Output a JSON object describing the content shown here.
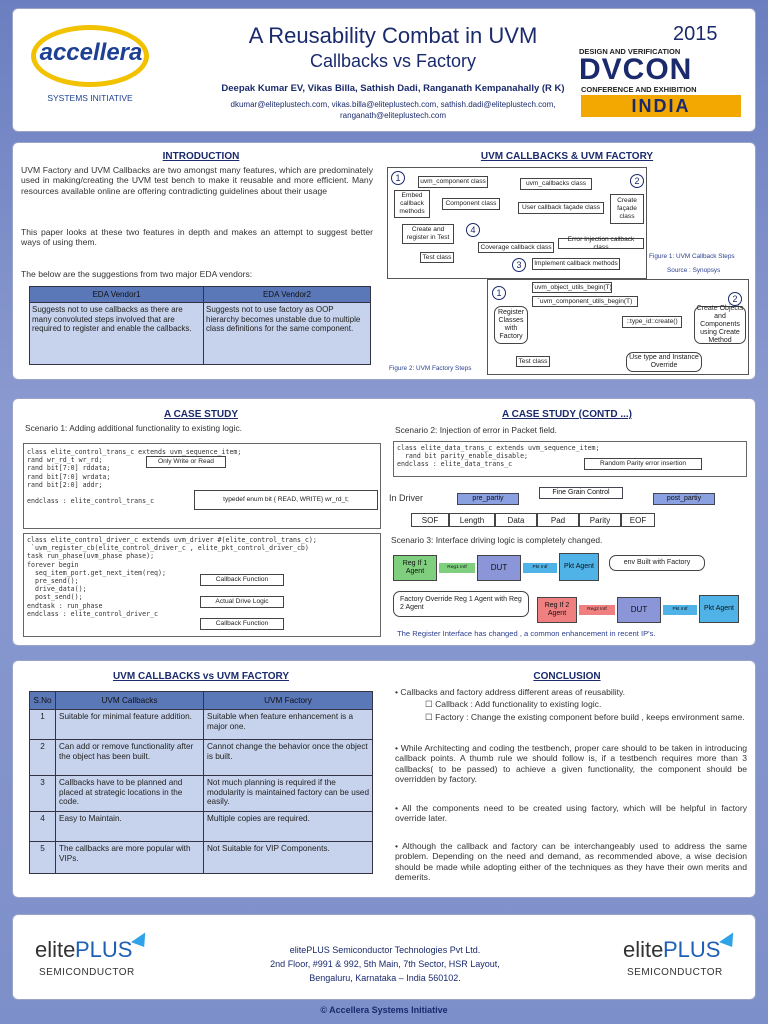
{
  "header": {
    "title": "A Reusability Combat in UVM",
    "subtitle": "Callbacks vs Factory",
    "authors": "Deepak Kumar EV, Vikas Billa, Sathish Dadi, Ranganath Kempanahally (R K)",
    "emails_line1": "dkumar@eliteplustech.com, vikas.billa@eliteplustech.com, sathish.dadi@eliteplustech.com,",
    "emails_line2": "ranganath@eliteplustech.com",
    "left_logo_text": "accellera",
    "left_logo_sub": "SYSTEMS INITIATIVE",
    "right_logo_year": "2015",
    "right_logo_tag1": "DESIGN AND VERIFICATION",
    "right_logo_main": "DVCON",
    "right_logo_tag2": "CONFERENCE AND EXHIBITION",
    "right_logo_country": "INDIA"
  },
  "intro": {
    "title": "INTRODUCTION",
    "p1": "UVM Factory and UVM Callbacks are two amongst many features, which are predominately used in making/creating the UVM test bench to make it reusable and more efficient. Many resources available online are offering contradicting guidelines about their usage",
    "p2": "This paper looks at these two features in depth and makes an attempt to suggest better ways of using them.",
    "p3": "The below are the suggestions from two major EDA vendors:",
    "vendor_headers": [
      "EDA Vendor1",
      "EDA Vendor2"
    ],
    "vendor_cells": [
      "Suggests not to use callbacks as there are many convoluted steps involved that are required to register and enable the callbacks.",
      "Suggests not to use factory as OOP hierarchy becomes unstable due to multiple class definitions for the same component."
    ]
  },
  "callbacks_factory": {
    "title": "UVM CALLBACKS & UVM FACTORY",
    "fig1": {
      "boxes": [
        "uvm_component class",
        "uvm_callbacks class",
        "Embed callback methods",
        "Component class",
        "User callback façade class",
        "Create façade class",
        "Create and register in Test",
        "Coverage callback class",
        "Error Injection callback class",
        "Test class",
        "Implement callback methods"
      ],
      "numbers": [
        "1",
        "2",
        "3",
        "4"
      ],
      "caption": "Figure 1: UVM Callback Steps",
      "source": "Source : Synopsys"
    },
    "fig2": {
      "boxes": [
        "`uvm_object_utils_begin(T)",
        "`uvm_component_utils_begin(T)",
        "Register Classes with Factory",
        "::type_id::create()",
        "Create Objects and Components using Create Method",
        "Test class",
        "Use type and Instance Override"
      ],
      "numbers": [
        "1",
        "2"
      ],
      "caption": "Figure 2: UVM Factory Steps"
    }
  },
  "case_study": {
    "title": "A CASE STUDY",
    "scenario1": "Scenario 1:  Adding additional functionality to existing logic.",
    "code1": "class elite_control_trans_c extends uvm_sequence_item;\nrand wr_rd_t wr_rd;\nrand bit[7:0] rddata;\nrand bit[7:0] wrdata;\nrand bit[2:0] addr;\n\nendclass : elite_control_trans_c",
    "note_rw": "Only Write or Read",
    "note_typedef": "typedef enum bit { READ, WRITE} wr_rd_t;",
    "code2": "class elite_control_driver_c extends uvm_driver #(elite_control_trans_c);\n `uvm_register_cb(elite_control_driver_c , elite_pkt_control_driver_cb)\ntask run_phase(uvm_phase phase);\nforever begin\n  seq_item_port.get_next_item(req);\n  pre_send();\n  drive_data();\n  post_send();\nendtask : run_phase\nendclass : elite_control_driver_c",
    "note_cb1": "Callback Function",
    "note_drive": "Actual Drive Logic",
    "note_cb2": "Callback Function"
  },
  "case_study2": {
    "title": "A CASE STUDY (CONTD ...)",
    "scenario2": "Scenario 2: Injection of error in Packet field.",
    "code": "class elite_data_trans_c extends uvm_sequence_item;\n  rand bit parity_enable_disable;\nendclass : elite_data_trans_c",
    "note_parity": "Random Parity error insertion",
    "in_driver": "In Driver",
    "pre_parity": "pre_partiy",
    "fine_grain": "Fine Grain Control",
    "post_parity": "post_partiy",
    "fields": [
      "SOF",
      "Length",
      "Data",
      "Pad",
      "Parity",
      "EOF"
    ],
    "scenario3": "Scenario 3: Interface driving logic is completely changed.",
    "reg1": "Reg If 1 Agent",
    "reg2": "Reg If 2 Agent",
    "dut": "DUT",
    "pkt": "Pkt Agent",
    "reg1_intf": "Reg1 Intf",
    "reg2_intf": "Reg2 Intf",
    "pkt_intf": "Pkt Intf",
    "env_note": "env Built with Factory",
    "override_note": "Factory Override Reg 1 Agent with Reg 2 Agent",
    "footer_note": "The Register Interface has changed , a common enhancement in recent IP's."
  },
  "comparison": {
    "title": "UVM CALLBACKS vs UVM FACTORY",
    "headers": [
      "S.No",
      "UVM Callbacks",
      "UVM Factory"
    ],
    "rows": [
      [
        "1",
        "Suitable for minimal feature addition.",
        "Suitable when feature enhancement is a major one."
      ],
      [
        "2",
        "Can add or remove functionality after the object has been built.",
        "Cannot change the behavior once the object is built."
      ],
      [
        "3",
        "Callbacks have to be planned and placed at strategic locations in the code.",
        "Not much planning is required if the modularity is maintained factory can be used easily."
      ],
      [
        "4",
        "Easy to Maintain.",
        "Multiple copies are required."
      ],
      [
        "5",
        "The callbacks are more popular with VIPs.",
        "Not Suitable for VIP Components."
      ]
    ]
  },
  "conclusion": {
    "title": "CONCLUSION",
    "b1": "Callbacks and factory address different areas of reusability.",
    "b1a": "Callback :  Add functionality to existing logic.",
    "b1b": "Factory  :  Change the existing component before build , keeps environment same.",
    "b2": "While Architecting and coding the testbench, proper care should to be taken in introducing callback points. A thumb rule we should follow is, if a testbench requires more than 3 callbacks( to be passed) to achieve a given functionality, the component should be overridden by factory.",
    "b3": "All the components need to be created using factory,   which will be helpful in factory override  later.",
    "b4": "Although the callback and factory can be interchangeably used to address the same problem. Depending on the need and demand, as recommended above, a wise decision should be made while adopting either of the techniques as they have their own merits and demerits."
  },
  "footer": {
    "company": "elitePLUS Semiconductor Technologies Pvt Ltd.",
    "address1": "2nd Floor, #991 & 992, 5th Main, 7th Sector, HSR Layout,",
    "address2": "Bengaluru, Karnataka – India 560102.",
    "logo_elite": "elite",
    "logo_plus": "PLUS",
    "logo_sub": "SEMICONDUCTOR",
    "copyright": "© Accellera Systems Initiative"
  },
  "colors": {
    "background": "#7d8fca",
    "title_blue": "#1a2a6c",
    "table_header": "#5a78b8",
    "table_cell": "#c7d3ec",
    "agent_green": "#7fcf7f",
    "dut_blue": "#8a96d8",
    "pkt_cyan": "#4fb3e8",
    "reg2_red": "#f08080"
  }
}
